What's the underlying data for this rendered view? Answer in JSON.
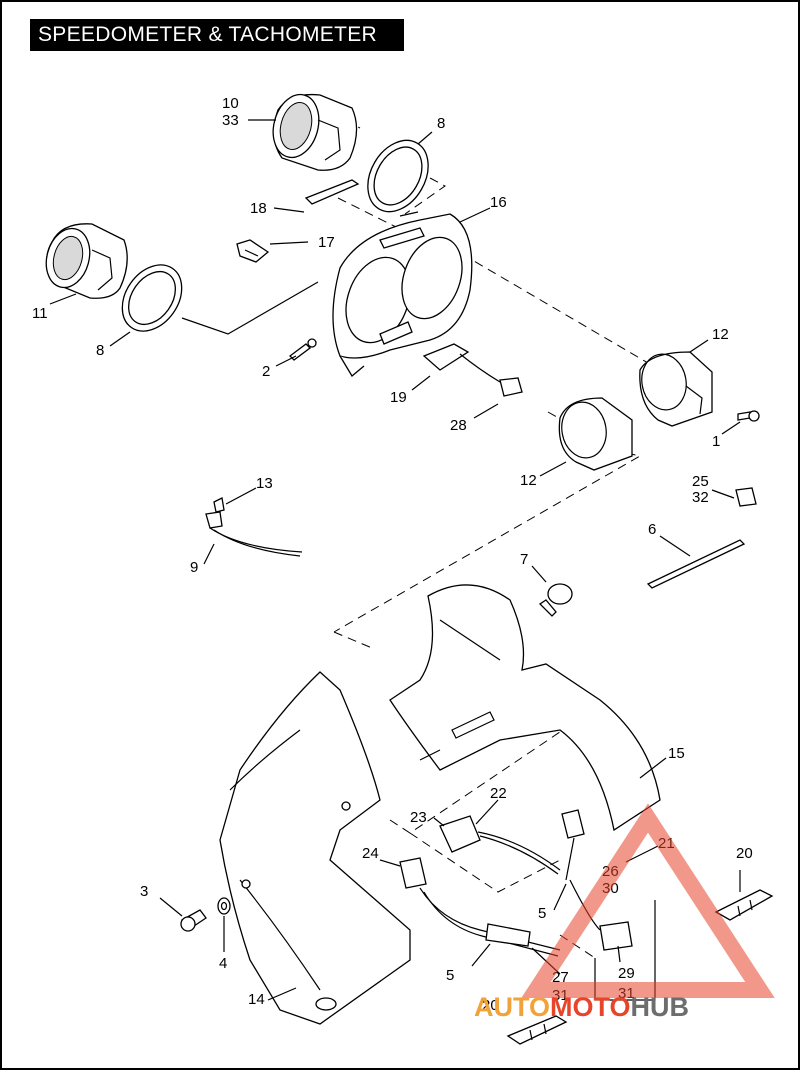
{
  "title": "SPEEDOMETER & TACHOMETER",
  "callouts": {
    "c1": "1",
    "c2": "2",
    "c3": "3",
    "c4": "4",
    "c5a": "5",
    "c5b": "5",
    "c6": "6",
    "c7": "7",
    "c8a": "8",
    "c8b": "8",
    "c9": "9",
    "c10": "10",
    "c33": "33",
    "c11": "11",
    "c12a": "12",
    "c12b": "12",
    "c13": "13",
    "c14": "14",
    "c15": "15",
    "c16": "16",
    "c17": "17",
    "c18": "18",
    "c19": "19",
    "c20a": "20",
    "c20b": "20",
    "c21": "21",
    "c22": "22",
    "c23": "23",
    "c24": "24",
    "c25": "25",
    "c32": "32",
    "c26": "26",
    "c30": "30",
    "c27": "27",
    "c31a": "31",
    "c28": "28",
    "c29": "29",
    "c31b": "31"
  },
  "watermark": {
    "part1": "AUTO",
    "part2": "MOTO",
    "part3": "HUB",
    "colors": {
      "red": "#e8442a",
      "orange": "#f2a23a",
      "gray": "#6d6d6d"
    }
  }
}
